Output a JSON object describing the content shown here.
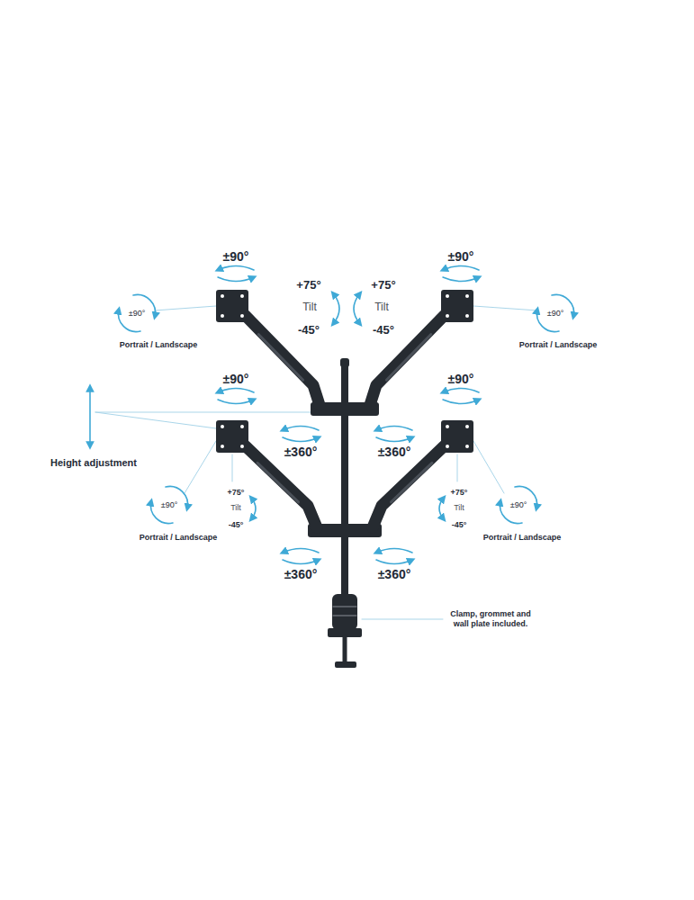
{
  "diagram": {
    "labels": [
      "±90°",
      "±90°",
      "+75°",
      "+75°",
      "±90°",
      "Tilt",
      "Tilt",
      "±90°",
      "-45°",
      "-45°",
      "Portrait / Landscape",
      "Portrait / Landscape",
      "±90°",
      "±90°",
      "±360°",
      "±360°",
      "Height adjustment",
      "+75°",
      "+75°",
      "±90°",
      "Tilt",
      "Tilt",
      "±90°",
      "-45°",
      "-45°",
      "Portrait / Landscape",
      "Portrait / Landscape",
      "±360°",
      "±360°",
      "Clamp, grommet and wall plate included."
    ]
  }
}
